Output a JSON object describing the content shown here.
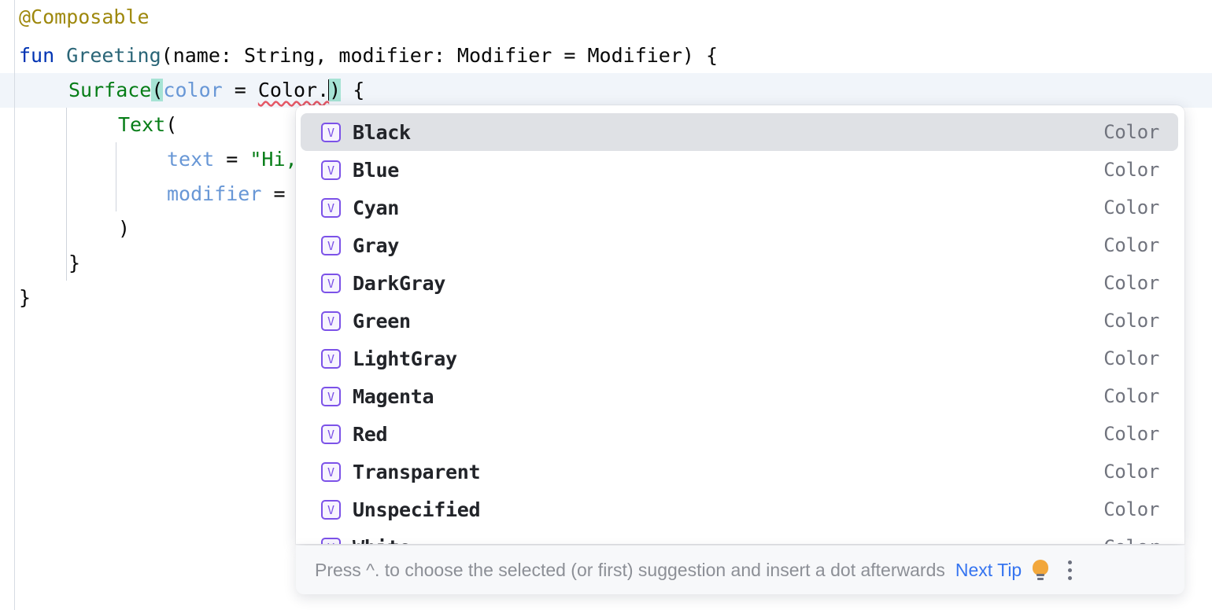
{
  "editor": {
    "lines": [
      {
        "indent": 0,
        "segments": [
          {
            "text": "@Composable",
            "style": "anno"
          }
        ]
      },
      {
        "indent": 0,
        "segments": [
          {
            "text": "fun",
            "style": "kw"
          },
          {
            "text": " ",
            "style": "plain"
          },
          {
            "text": "Greeting",
            "style": "fndecl"
          },
          {
            "text": "(name: String, modifier: Modifier = Modifier) {",
            "style": "plain"
          }
        ]
      },
      {
        "indent": 1,
        "segments": [
          {
            "text": "Surface",
            "style": "fn"
          },
          {
            "text": "(",
            "style": "brmatch"
          },
          {
            "text": "color",
            "style": "param"
          },
          {
            "text": " = ",
            "style": "plain"
          },
          {
            "text": "Color.",
            "style": "err"
          },
          {
            "text": ")",
            "style": "brmatch"
          },
          {
            "text": " {",
            "style": "plain"
          }
        ]
      },
      {
        "indent": 2,
        "segments": [
          {
            "text": "Text",
            "style": "fn"
          },
          {
            "text": "(",
            "style": "plain"
          }
        ]
      },
      {
        "indent": 3,
        "segments": [
          {
            "text": "text",
            "style": "named"
          },
          {
            "text": " = ",
            "style": "plain"
          },
          {
            "text": "\"Hi,",
            "style": "string"
          }
        ]
      },
      {
        "indent": 3,
        "segments": [
          {
            "text": "modifier",
            "style": "named"
          },
          {
            "text": " = ",
            "style": "plain"
          }
        ]
      },
      {
        "indent": 2,
        "segments": [
          {
            "text": ")",
            "style": "plain"
          }
        ]
      },
      {
        "indent": 1,
        "segments": [
          {
            "text": "}",
            "style": "plain"
          }
        ]
      },
      {
        "indent": 0,
        "segments": [
          {
            "text": "}",
            "style": "plain"
          }
        ]
      }
    ],
    "code_text_line0": "@Composable",
    "code_text_line1": "fun Greeting(name: String, modifier: Modifier = Modifier) {",
    "code_text_line2": "Surface(color = Color.) {",
    "code_text_line3": "Text(",
    "code_text_line4": "text = \"Hi,",
    "code_text_line5": "modifier = ",
    "code_text_line6": ")",
    "code_text_line7": "}",
    "code_text_line8": "}"
  },
  "completion": {
    "icon_glyph": "V",
    "icon_name": "property-value-icon",
    "items": [
      {
        "label": "Black",
        "type": "Color",
        "selected": true
      },
      {
        "label": "Blue",
        "type": "Color",
        "selected": false
      },
      {
        "label": "Cyan",
        "type": "Color",
        "selected": false
      },
      {
        "label": "Gray",
        "type": "Color",
        "selected": false
      },
      {
        "label": "DarkGray",
        "type": "Color",
        "selected": false
      },
      {
        "label": "Green",
        "type": "Color",
        "selected": false
      },
      {
        "label": "LightGray",
        "type": "Color",
        "selected": false
      },
      {
        "label": "Magenta",
        "type": "Color",
        "selected": false
      },
      {
        "label": "Red",
        "type": "Color",
        "selected": false
      },
      {
        "label": "Transparent",
        "type": "Color",
        "selected": false
      },
      {
        "label": "Unspecified",
        "type": "Color",
        "selected": false
      },
      {
        "label": "White",
        "type": "Color",
        "selected": false
      }
    ]
  },
  "hint_bar": {
    "text": "Press ^. to choose the selected (or first) suggestion and insert a dot afterwards",
    "next_tip_label": "Next Tip",
    "bulb_icon": "lightbulb-icon",
    "more_icon": "more-options-icon"
  },
  "colors": {
    "annotation": "#9E880D",
    "keyword": "#0033B3",
    "function_decl": "#2A6577",
    "function_call": "#067D17",
    "named_arg": "#6897D6",
    "string": "#067D17",
    "plain": "#080808",
    "bracket_match_bg": "#A6E3D4",
    "error_squiggle": "#E55765",
    "current_line_bg": "#F1F5FA",
    "popup_bg": "#FFFFFF",
    "selected_row_bg": "#DFE1E5",
    "icon_purple": "#7C52E8",
    "type_text": "#70737D",
    "hint_text": "#8C8F96",
    "link_blue": "#3574F0",
    "bulb_yellow": "#F2A73B"
  }
}
